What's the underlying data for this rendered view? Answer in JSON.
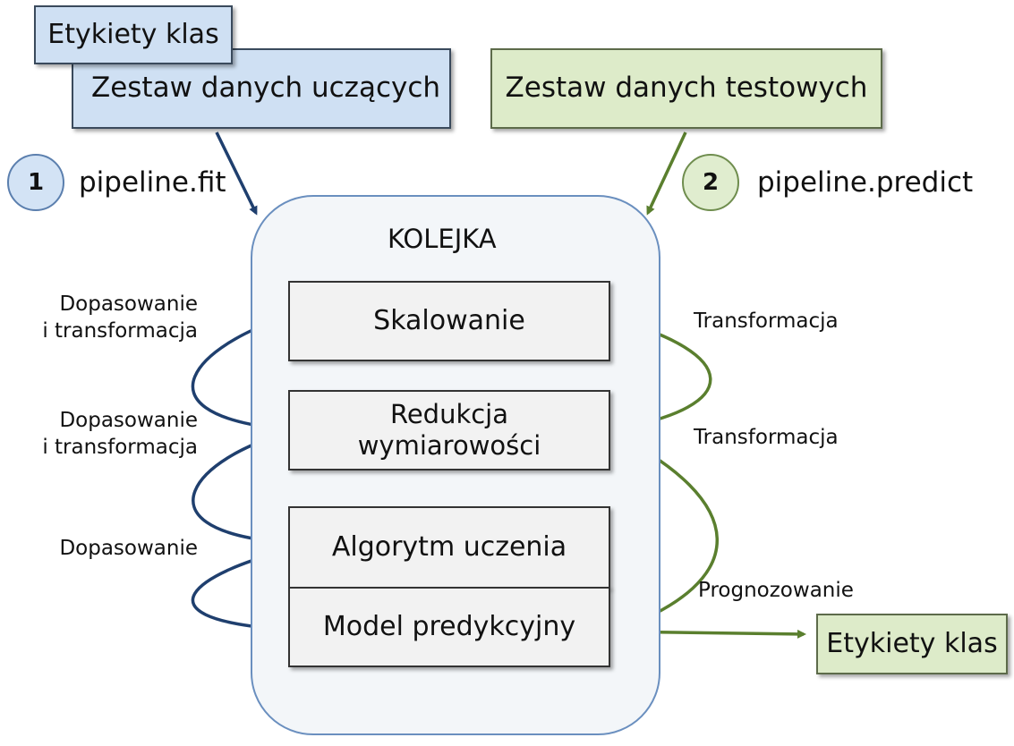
{
  "top_left": {
    "class_labels": "Etykiety klas",
    "training_set": "Zestaw danych uczących"
  },
  "top_right": {
    "test_set": "Zestaw danych testowych"
  },
  "steps": {
    "fit": {
      "number": "1",
      "label": "pipeline.fit"
    },
    "predict": {
      "number": "2",
      "label": "pipeline.predict"
    }
  },
  "pipeline": {
    "title": "KOLEJKA",
    "scaling": "Skalowanie",
    "dim_reduction": [
      "Redukcja",
      "wymiarowości"
    ],
    "algorithm": "Algorytm uczenia",
    "model": "Model predykcyjny"
  },
  "left_labels": {
    "fit_transform_1": [
      "Dopasowanie",
      "i transformacja"
    ],
    "fit_transform_2": [
      "Dopasowanie",
      "i transformacja"
    ],
    "fit": "Dopasowanie"
  },
  "right_labels": {
    "transform_1": "Transformacja",
    "transform_2": "Transformacja",
    "predict": "Prognozowanie"
  },
  "output": {
    "class_labels": "Etykiety klas"
  },
  "colors": {
    "blue_arrow": "#1f3f6e",
    "green_arrow": "#5a7f2e",
    "blue_fill": "#cfe0f3",
    "green_fill": "#ddebc9"
  }
}
